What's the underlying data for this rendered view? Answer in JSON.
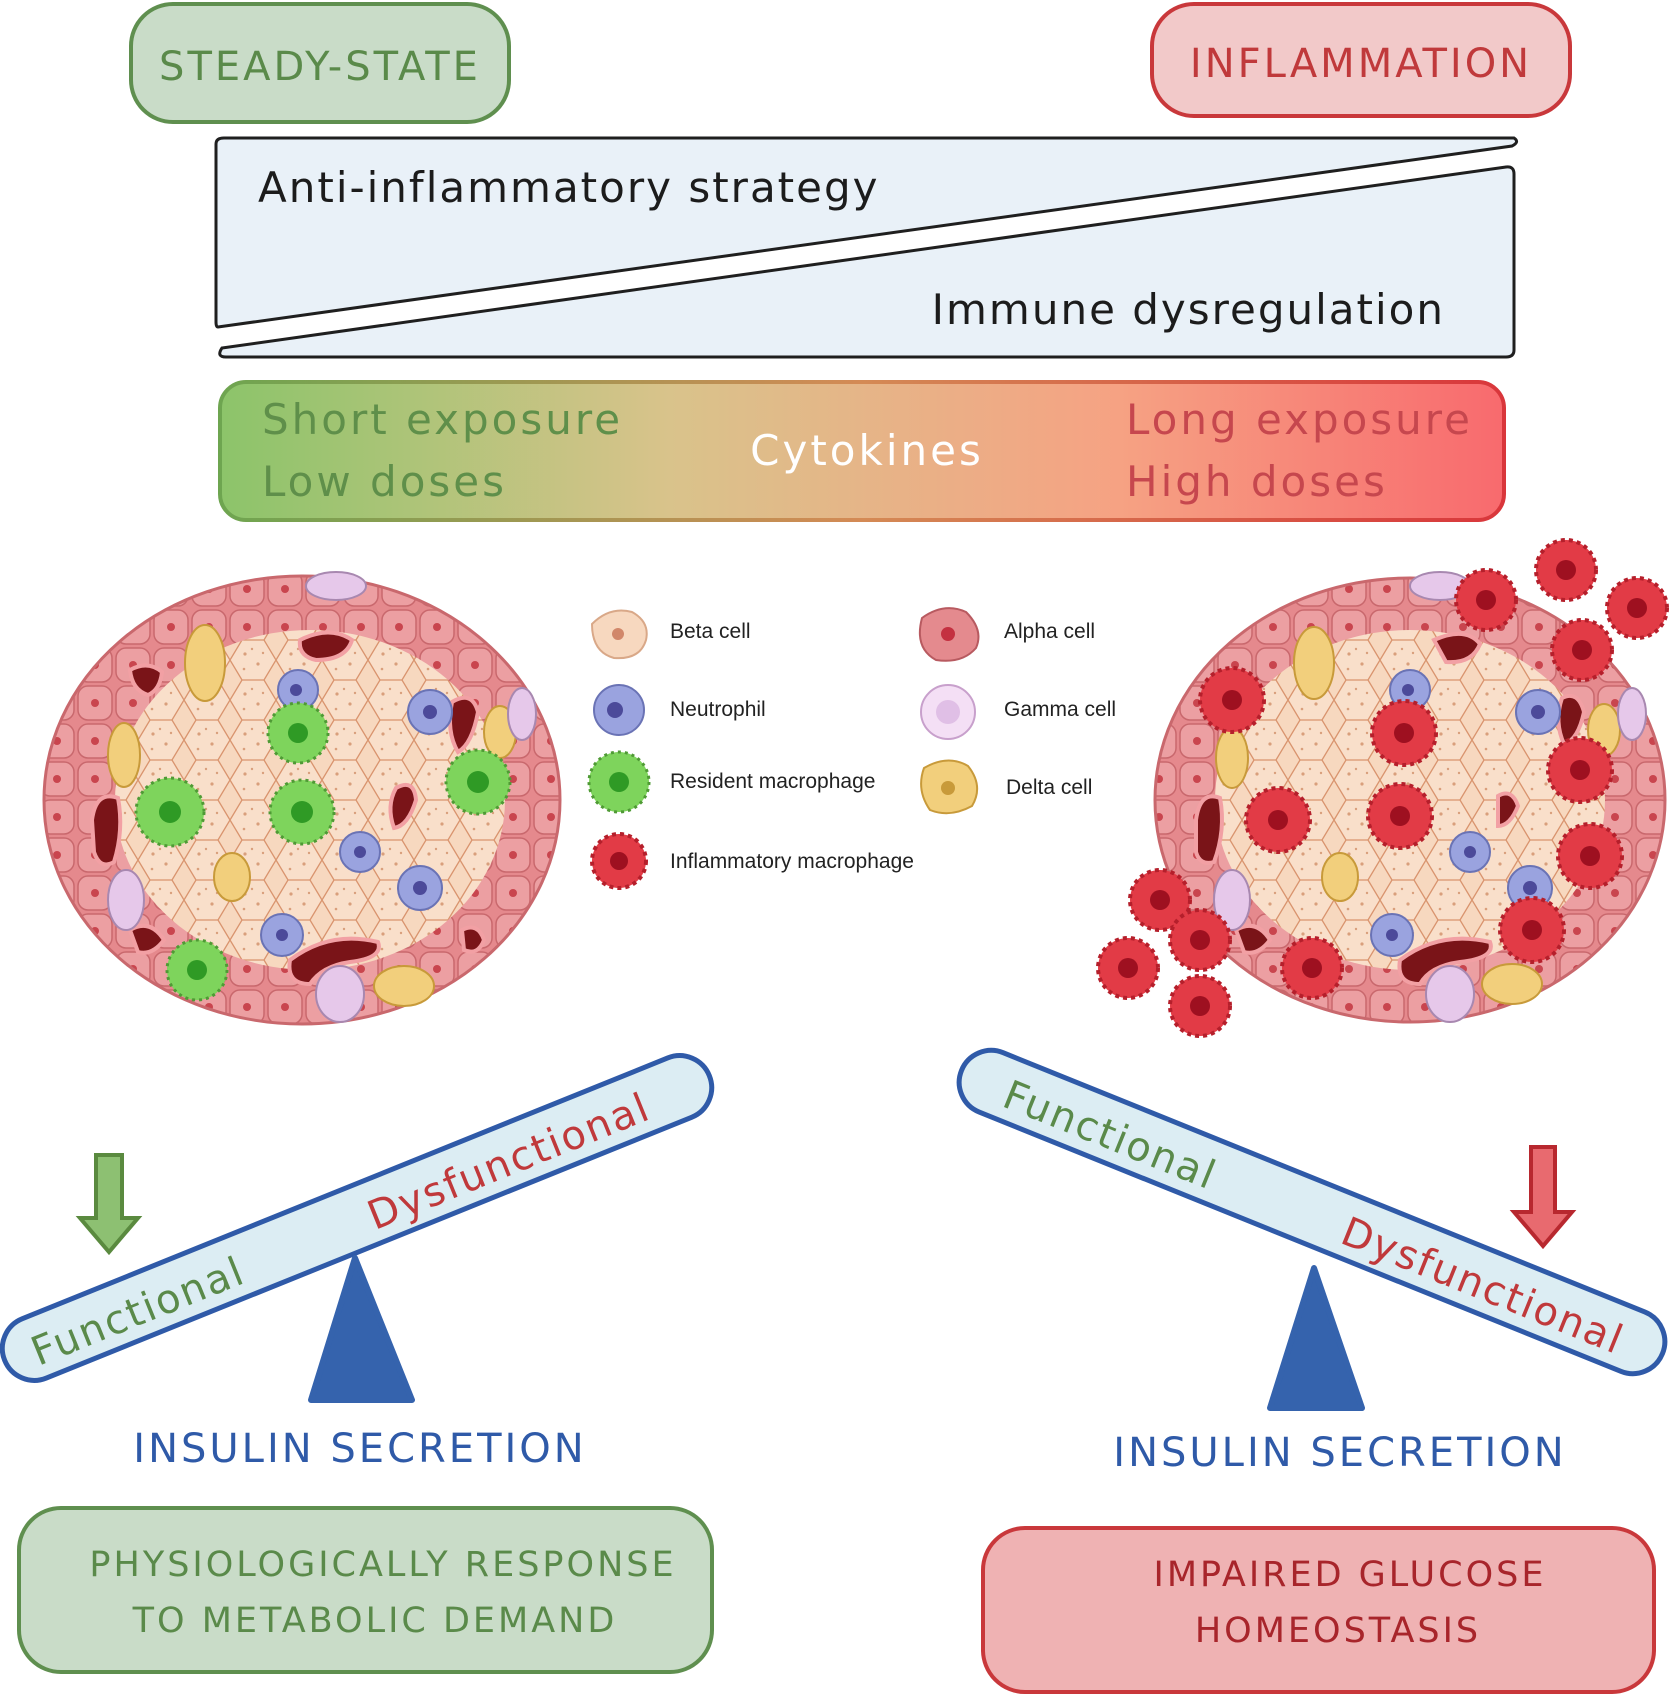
{
  "headers": {
    "steady_state": "STEADY-STATE",
    "inflammation": "INFLAMMATION"
  },
  "wedge": {
    "top_text": "Anti-inflammatory strategy",
    "bottom_text": "Immune dysregulation"
  },
  "gradient_bar": {
    "left_line1": "Short exposure",
    "left_line2": "Low doses",
    "center": "Cytokines",
    "right_line1": "Long exposure",
    "right_line2": "High doses"
  },
  "legend": {
    "beta": "Beta cell",
    "alpha": "Alpha cell",
    "neutrophil": "Neutrophil",
    "gamma": "Gamma cell",
    "resident_macrophage": "Resident macrophage",
    "delta": "Delta cell",
    "inflammatory_macrophage": "Inflammatory macrophage"
  },
  "left_balance": {
    "low_end": "Functional",
    "high_end": "Dysfunctional",
    "caption": "INSULIN SECRETION"
  },
  "right_balance": {
    "high_end": "Functional",
    "low_end": "Dysfunctional",
    "caption": "INSULIN SECRETION"
  },
  "outcomes": {
    "left_line1": "PHYSIOLOGICALLY RESPONSE",
    "left_line2": "TO  METABOLIC DEMAND",
    "right_line1": "IMPAIRED GLUCOSE",
    "right_line2": "HOMEOSTASIS"
  },
  "colors": {
    "green_text": "#5a8a4a",
    "green_fill": "#c9dcc8",
    "green_border": "#5f8f4f",
    "red_text": "#c0393b",
    "red_fill": "#f2c9c9",
    "red_border": "#c9383b",
    "blue_text": "#2f5aa8",
    "blue_tri": "#3563ad",
    "beam_fill": "#dcedf3",
    "wedge_fill": "#e9f1f8",
    "beta": "#f7d8bf",
    "alpha": "#e48a8e",
    "neutrophil": "#9aa3df",
    "gamma": "#e6c8ea",
    "resident": "#7ed45c",
    "delta": "#f2cf7c",
    "inflammatory": "#e23b46"
  }
}
